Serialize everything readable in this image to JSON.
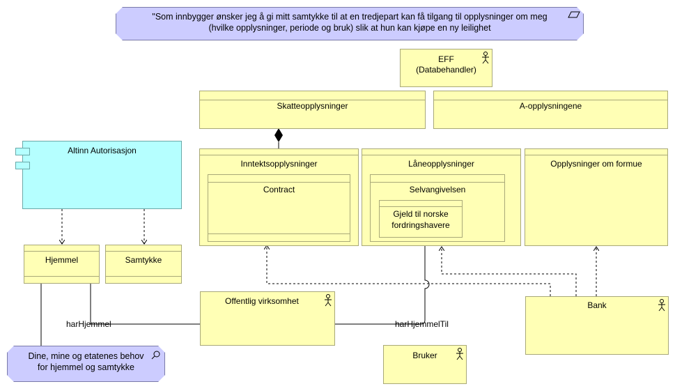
{
  "motivation": {
    "requirement_text_line1": "\"Som innbygger ønsker jeg å gi mitt samtykke til at en tredjepart kan få tilgang til opplysninger om meg",
    "requirement_text_line2": "(hvilke opplysninger, periode og bruk) slik at hun kan kjøpe en ny leilighet",
    "need_text_line1": "Dine, mine og etatenes behov",
    "need_text_line2": "for hjemmel og samtykke"
  },
  "actors": {
    "eff_line1": "EFF",
    "eff_line2": "(Databehandler)",
    "offentlig": "Offentlig virksomhet",
    "bank": "Bank",
    "bruker": "Bruker"
  },
  "objects": {
    "skatteopplysninger": "Skatteopplysninger",
    "a_opplysningene": "A-opplysningene",
    "inntektsopplysninger": "Inntektsopplysninger",
    "contract": "Contract",
    "laneopplysninger": "Låneopplysninger",
    "selvangivelsen": "Selvangivelsen",
    "gjeld_line1": "Gjeld til norske",
    "gjeld_line2": "fordringshavere",
    "formue": "Opplysninger om formue",
    "hjemmel": "Hjemmel",
    "samtykke": "Samtykke"
  },
  "component": {
    "altinn": "Altinn Autorisasjon"
  },
  "relations": {
    "har_hjemmel": "harHjemmel",
    "har_hjemmel_til": "harHjemmelTil"
  },
  "icons": {
    "requirement": "parallelogram-icon",
    "need": "magnifier-icon",
    "actor": "stick-figure-icon",
    "component": "component-icon"
  },
  "colors": {
    "business": "#ffffb5",
    "application": "#b5ffff",
    "motivation": "#ccccff"
  }
}
